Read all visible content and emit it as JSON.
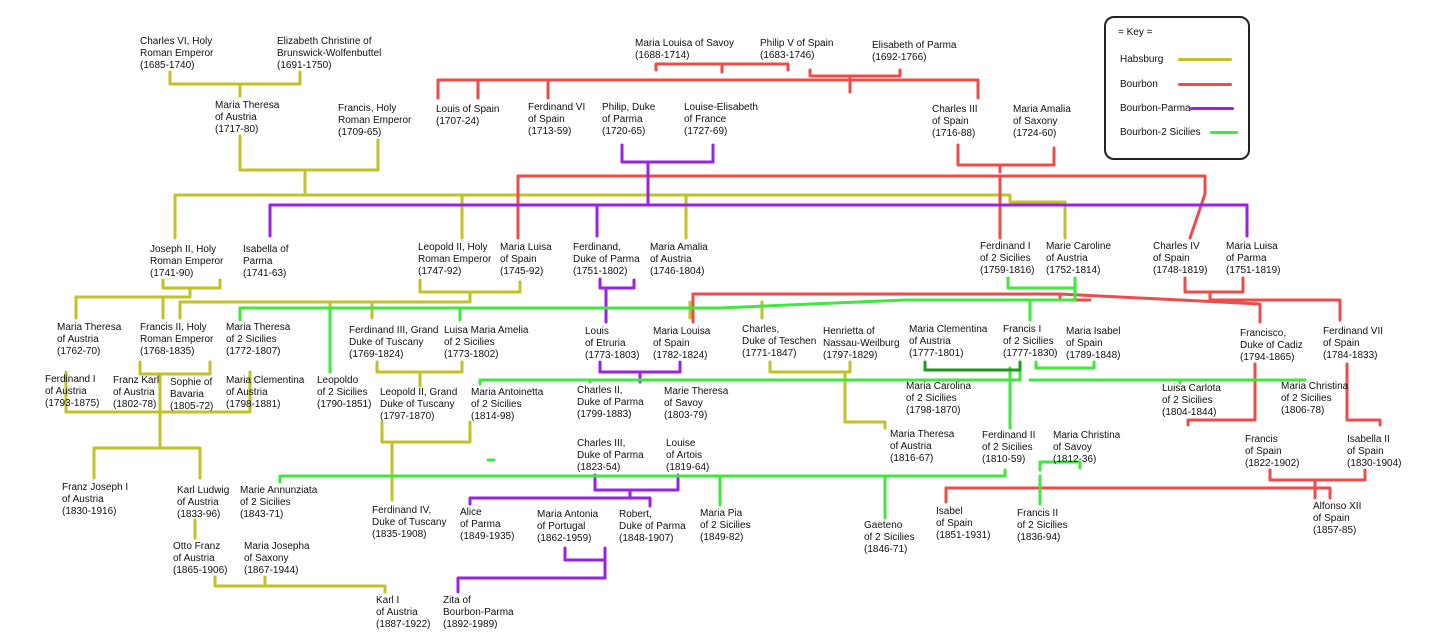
{
  "colors": {
    "habsburg": "#c2c228",
    "bourbon": "#ee4b4b",
    "bourbon_parma": "#9a22e6",
    "bourbon_sicilies": "#3ee83e",
    "bourbon_sicilies_dark": "#1e9a1e"
  },
  "key": {
    "title": "= Key =",
    "items": [
      {
        "label": "Habsburg",
        "color": "#c2c228"
      },
      {
        "label": "Bourbon",
        "color": "#ee4b4b"
      },
      {
        "label": "Bourbon-Parma",
        "color": "#9a22e6"
      },
      {
        "label": "Bourbon-2 Sicilies",
        "color": "#3ee83e"
      }
    ]
  },
  "people": [
    {
      "id": "charles-vi",
      "lines": [
        "Charles VI, Holy",
        "Roman Emperor",
        "(1685-1740)"
      ]
    },
    {
      "id": "elizabeth-christine",
      "lines": [
        "Elizabeth Christine of",
        "Brunswick-Wolfenbuttel",
        "(1691-1750)"
      ]
    },
    {
      "id": "maria-theresa",
      "lines": [
        "Maria Theresa",
        "of Austria",
        "(1717-80)"
      ]
    },
    {
      "id": "francis-holy",
      "lines": [
        "Francis, Holy",
        "Roman Emperor",
        "(1709-65)"
      ]
    },
    {
      "id": "maria-louisa-savoy",
      "lines": [
        "Maria Louisa of Savoy",
        "(1688-1714)"
      ]
    },
    {
      "id": "philip-v",
      "lines": [
        "Philip V of Spain",
        "(1683-1746)"
      ]
    },
    {
      "id": "elisabeth-parma",
      "lines": [
        "Elisabeth of Parma",
        "(1692-1766)"
      ]
    },
    {
      "id": "louis-spain",
      "lines": [
        "Louis of Spain",
        "(1707-24)"
      ]
    },
    {
      "id": "ferdinand-vi",
      "lines": [
        "Ferdinand VI",
        "of Spain",
        "(1713-59)"
      ]
    },
    {
      "id": "philip-parma",
      "lines": [
        "Philip, Duke",
        "of Parma",
        "(1720-65)"
      ]
    },
    {
      "id": "louise-elisabeth",
      "lines": [
        "Louise-Elisabeth",
        "of France",
        "(1727-69)"
      ]
    },
    {
      "id": "charles-iii-spain",
      "lines": [
        "Charles III",
        "of Spain",
        "(1716-88)"
      ]
    },
    {
      "id": "maria-amalia-saxony",
      "lines": [
        "Maria Amalia",
        "of Saxony",
        "(1724-60)"
      ]
    },
    {
      "id": "joseph-ii",
      "lines": [
        "Joseph II, Holy",
        "Roman Emperor",
        "(1741-90)"
      ]
    },
    {
      "id": "isabella-parma",
      "lines": [
        "Isabella of",
        "Parma",
        "(1741-63)"
      ]
    },
    {
      "id": "leopold-ii",
      "lines": [
        "Leopold II, Holy",
        "Roman Emperor",
        "(1747-92)"
      ]
    },
    {
      "id": "maria-luisa-spain",
      "lines": [
        "Maria Luisa",
        "of Spain",
        "(1745-92)"
      ]
    },
    {
      "id": "ferdinand-parma",
      "lines": [
        "Ferdinand,",
        "Duke of Parma",
        "(1751-1802)"
      ]
    },
    {
      "id": "maria-amalia-austria",
      "lines": [
        "Maria Amalia",
        "of Austria",
        "(1746-1804)"
      ]
    },
    {
      "id": "ferdinand-i-sicilies",
      "lines": [
        "Ferdinand I",
        "of 2 Sicilies",
        "(1759-1816)"
      ]
    },
    {
      "id": "marie-caroline",
      "lines": [
        "Marie Caroline",
        "of Austria",
        "(1752-1814)"
      ]
    },
    {
      "id": "charles-iv",
      "lines": [
        "Charles IV",
        "of Spain",
        "(1748-1819)"
      ]
    },
    {
      "id": "maria-luisa-parma",
      "lines": [
        "Maria Luisa",
        "of Parma",
        "(1751-1819)"
      ]
    },
    {
      "id": "mt-1762",
      "lines": [
        "Maria Theresa",
        "of Austria",
        "(1762-70)"
      ]
    },
    {
      "id": "francis-ii",
      "lines": [
        "Francis II, Holy",
        "Roman Emperor",
        "(1768-1835)"
      ]
    },
    {
      "id": "mt-sicilies",
      "lines": [
        "Maria Theresa",
        "of 2 Sicilies",
        "(1772-1807)"
      ]
    },
    {
      "id": "ferdinand-iii-tuscany",
      "lines": [
        "Ferdinand III, Grand",
        "Duke of Tuscany",
        "(1769-1824)"
      ]
    },
    {
      "id": "luisa-maria-amelia",
      "lines": [
        "Luisa Maria Amelia",
        "of 2 Sicilies",
        "(1773-1802)"
      ]
    },
    {
      "id": "louis-etruria",
      "lines": [
        "Louis",
        "of Etruria",
        "(1773-1803)"
      ]
    },
    {
      "id": "maria-louisa-1782",
      "lines": [
        "Maria Louisa",
        "of Spain",
        "(1782-1824)"
      ]
    },
    {
      "id": "charles-teschen",
      "lines": [
        "Charles,",
        "Duke of Teschen",
        "(1771-1847)"
      ]
    },
    {
      "id": "henrietta",
      "lines": [
        "Henrietta of",
        "Nassau-Weilburg",
        "(1797-1829)"
      ]
    },
    {
      "id": "maria-clementina-1777",
      "lines": [
        "Maria Clementina",
        "of Austria",
        "(1777-1801)"
      ]
    },
    {
      "id": "francis-i-sicilies",
      "lines": [
        "Francis I",
        "of 2 Sicilies",
        "(1777-1830)"
      ]
    },
    {
      "id": "maria-isabel",
      "lines": [
        "Maria Isabel",
        "of Spain",
        "(1789-1848)"
      ]
    },
    {
      "id": "francisco-cadiz",
      "lines": [
        "Francisco,",
        "Duke of Cadiz",
        "(1794-1865)"
      ]
    },
    {
      "id": "ferdinand-vii",
      "lines": [
        "Ferdinand VII",
        "of Spain",
        "(1784-1833)"
      ]
    },
    {
      "id": "ferdinand-i-austria",
      "lines": [
        "Ferdinand I",
        "of Austria",
        "(1793-1875)"
      ]
    },
    {
      "id": "franz-karl",
      "lines": [
        "Franz Karl",
        "of Austria",
        "(1802-78)"
      ]
    },
    {
      "id": "sophie-bavaria",
      "lines": [
        "Sophie of",
        "Bavaria",
        "(1805-72)"
      ]
    },
    {
      "id": "maria-clementina-1798",
      "lines": [
        "Maria Clementina",
        "of Austria",
        "(1798-1881)"
      ]
    },
    {
      "id": "leopoldo",
      "lines": [
        "Leopoldo",
        "of 2 Sicilies",
        "(1790-1851)"
      ]
    },
    {
      "id": "leopold-ii-tuscany",
      "lines": [
        "Leopold II, Grand",
        "Duke of Tuscany",
        "(1797-1870)"
      ]
    },
    {
      "id": "maria-antoinetta",
      "lines": [
        "Maria Antoinetta",
        "of 2 Sicilies",
        "(1814-98)"
      ]
    },
    {
      "id": "charles-ii-parma",
      "lines": [
        "Charles II,",
        "Duke of Parma",
        "(1799-1883)"
      ]
    },
    {
      "id": "marie-theresa-savoy",
      "lines": [
        "Marie Theresa",
        "of Savoy",
        "(1803-79)"
      ]
    },
    {
      "id": "maria-carolina",
      "lines": [
        "Maria Carolina",
        "of 2 Sicilies",
        "(1798-1870)"
      ]
    },
    {
      "id": "luisa-carlota",
      "lines": [
        "Luisa Carlota",
        "of 2 Sicilies",
        "(1804-1844)"
      ]
    },
    {
      "id": "maria-christina-sicilies",
      "lines": [
        "Maria Christina",
        "of 2 Sicilies",
        "(1806-78)"
      ]
    },
    {
      "id": "charles-iii-parma",
      "lines": [
        "Charles III,",
        "Duke of Parma",
        "(1823-54)"
      ]
    },
    {
      "id": "louise-artois",
      "lines": [
        "Louise",
        "of Artois",
        "(1819-64)"
      ]
    },
    {
      "id": "maria-theresa-1816",
      "lines": [
        "Maria Theresa",
        "of Austria",
        "(1816-67)"
      ]
    },
    {
      "id": "ferdinand-ii-sicilies",
      "lines": [
        "Ferdinand II",
        "of 2 Sicilies",
        "(1810-59)"
      ]
    },
    {
      "id": "maria-christina-savoy",
      "lines": [
        "Maria Christina",
        "of Savoy",
        "(1812-36)"
      ]
    },
    {
      "id": "francis-spain",
      "lines": [
        "Francis",
        "of Spain",
        "(1822-1902)"
      ]
    },
    {
      "id": "isabella-ii",
      "lines": [
        "Isabella II",
        "of Spain",
        "(1830-1904)"
      ]
    },
    {
      "id": "franz-joseph",
      "lines": [
        "Franz Joseph I",
        "of Austria",
        "(1830-1916)"
      ]
    },
    {
      "id": "karl-ludwig",
      "lines": [
        "Karl Ludwig",
        "of Austria",
        "(1833-96)"
      ]
    },
    {
      "id": "marie-annunziata",
      "lines": [
        "Marie Annunziata",
        "of 2 Sicilies",
        "(1843-71)"
      ]
    },
    {
      "id": "ferdinand-iv-tuscany",
      "lines": [
        "Ferdinand IV,",
        "Duke of Tuscany",
        "(1835-1908)"
      ]
    },
    {
      "id": "alice-parma",
      "lines": [
        "Alice",
        "of Parma",
        "(1849-1935)"
      ]
    },
    {
      "id": "maria-antonia-portugal",
      "lines": [
        "Maria Antonia",
        "of Portugal",
        "(1862-1959)"
      ]
    },
    {
      "id": "robert-parma",
      "lines": [
        "Robert,",
        "Duke of Parma",
        "(1848-1907)"
      ]
    },
    {
      "id": "maria-pia",
      "lines": [
        "Maria Pia",
        "of 2 Sicilies",
        "(1849-82)"
      ]
    },
    {
      "id": "gaeteno",
      "lines": [
        "Gaeteno",
        "of 2 Sicilies",
        "(1846-71)"
      ]
    },
    {
      "id": "isabel-spain",
      "lines": [
        "Isabel",
        "of Spain",
        "(1851-1931)"
      ]
    },
    {
      "id": "francis-ii-sicilies",
      "lines": [
        "Francis II",
        "of 2 Sicilies",
        "(1836-94)"
      ]
    },
    {
      "id": "alfonso-xii",
      "lines": [
        "Alfonso XII",
        "of Spain",
        "(1857-85)"
      ]
    },
    {
      "id": "otto-franz",
      "lines": [
        "Otto Franz",
        "of Austria",
        "(1865-1906)"
      ]
    },
    {
      "id": "maria-josepha",
      "lines": [
        "Maria Josepha",
        "of Saxony",
        "(1867-1944)"
      ]
    },
    {
      "id": "karl-i",
      "lines": [
        "Karl I",
        "of Austria",
        "(1887-1922)"
      ]
    },
    {
      "id": "zita",
      "lines": [
        "Zita of",
        "Bourbon-Parma",
        "(1892-1989)"
      ]
    }
  ]
}
